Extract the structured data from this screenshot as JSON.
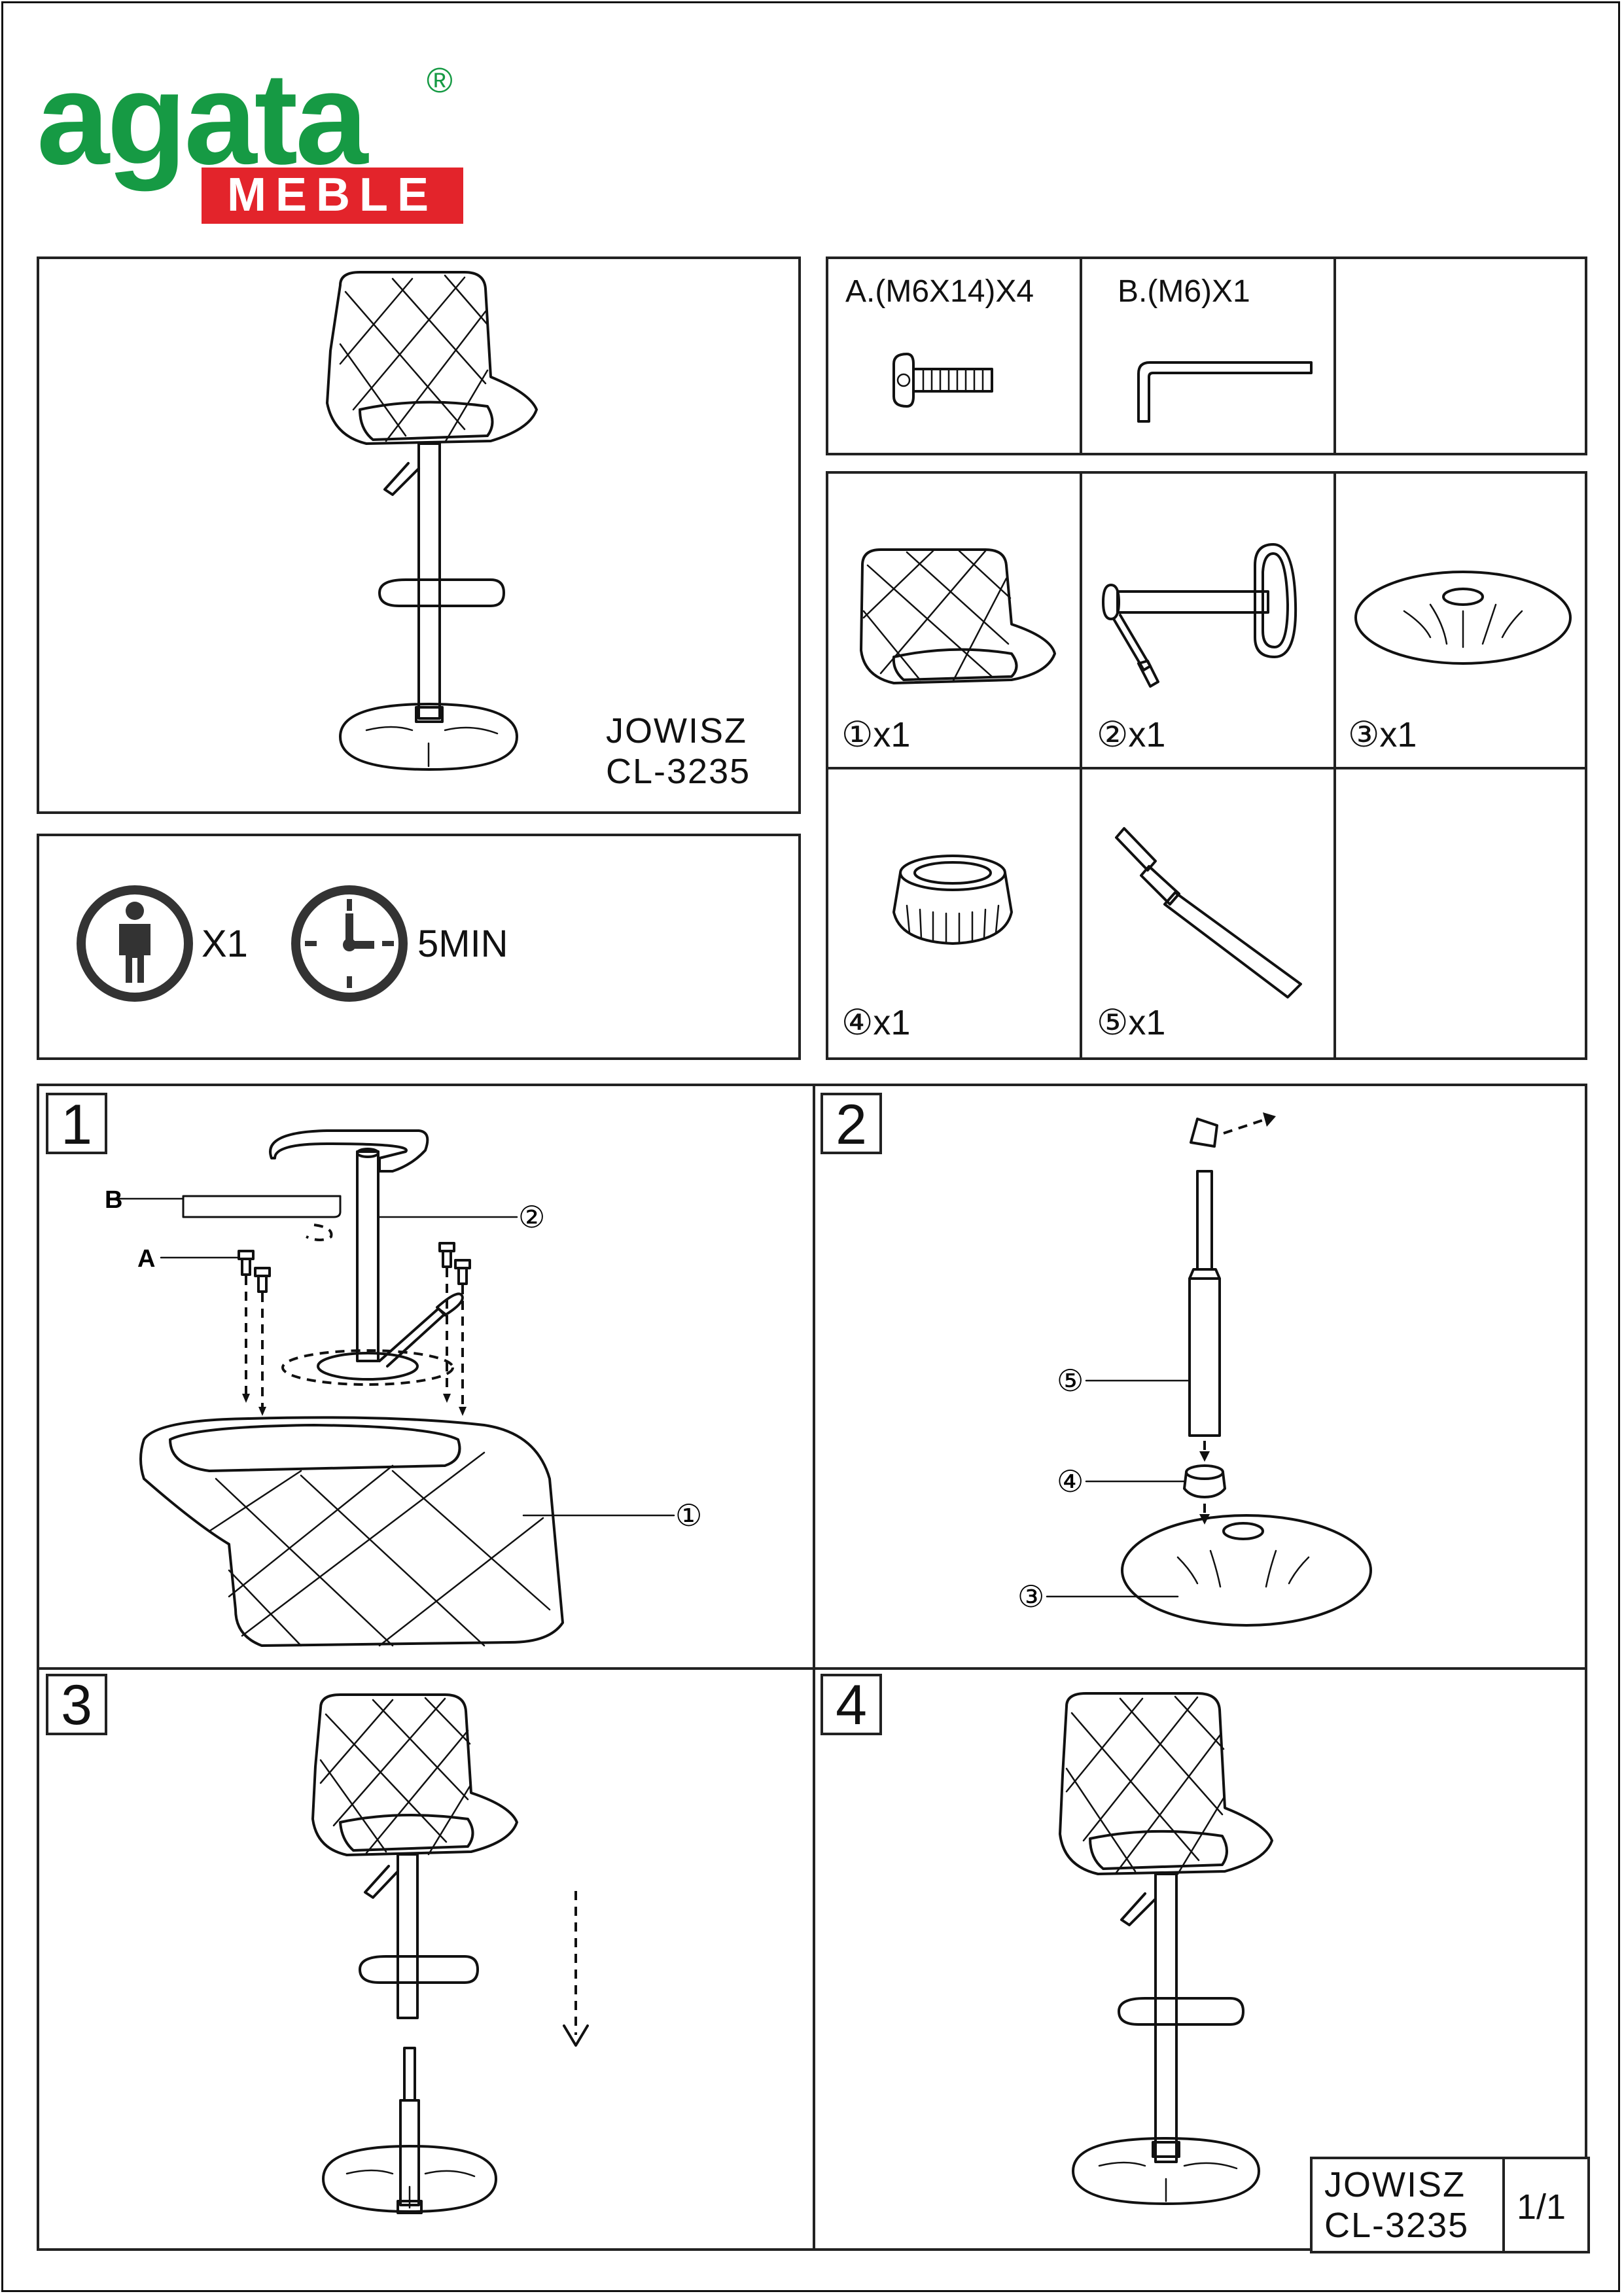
{
  "brand": {
    "name": "agata",
    "sub": "MEBLE",
    "reg": "®",
    "colors": {
      "green": "#169a44",
      "red": "#e3242b"
    }
  },
  "product": {
    "name": "JOWISZ",
    "code": "CL-3235"
  },
  "info": {
    "persons": "X1",
    "time": "5MIN",
    "person_icon": "person-icon",
    "clock_icon": "clock-icon"
  },
  "hardware": [
    {
      "label": "A.(M6X14)X4",
      "icon": "screw-icon"
    },
    {
      "label": "B.(M6)X1",
      "icon": "allen-key-icon"
    }
  ],
  "parts": [
    {
      "label": "①x1",
      "icon": "seat-icon"
    },
    {
      "label": "②x1",
      "icon": "column-footrest-icon"
    },
    {
      "label": "③x1",
      "icon": "base-icon"
    },
    {
      "label": "④x1",
      "icon": "ring-icon"
    },
    {
      "label": "⑤x1",
      "icon": "gas-lift-icon"
    }
  ],
  "steps": [
    {
      "number": "1",
      "callouts": {
        "b": "B",
        "a": "A",
        "part2": "②",
        "part1": "①"
      }
    },
    {
      "number": "2",
      "callouts": {
        "part5": "⑤",
        "part4": "④",
        "part3": "③"
      }
    },
    {
      "number": "3"
    },
    {
      "number": "4"
    }
  ],
  "footer": {
    "name": "JOWISZ",
    "code": "CL-3235",
    "page": "1/1"
  }
}
